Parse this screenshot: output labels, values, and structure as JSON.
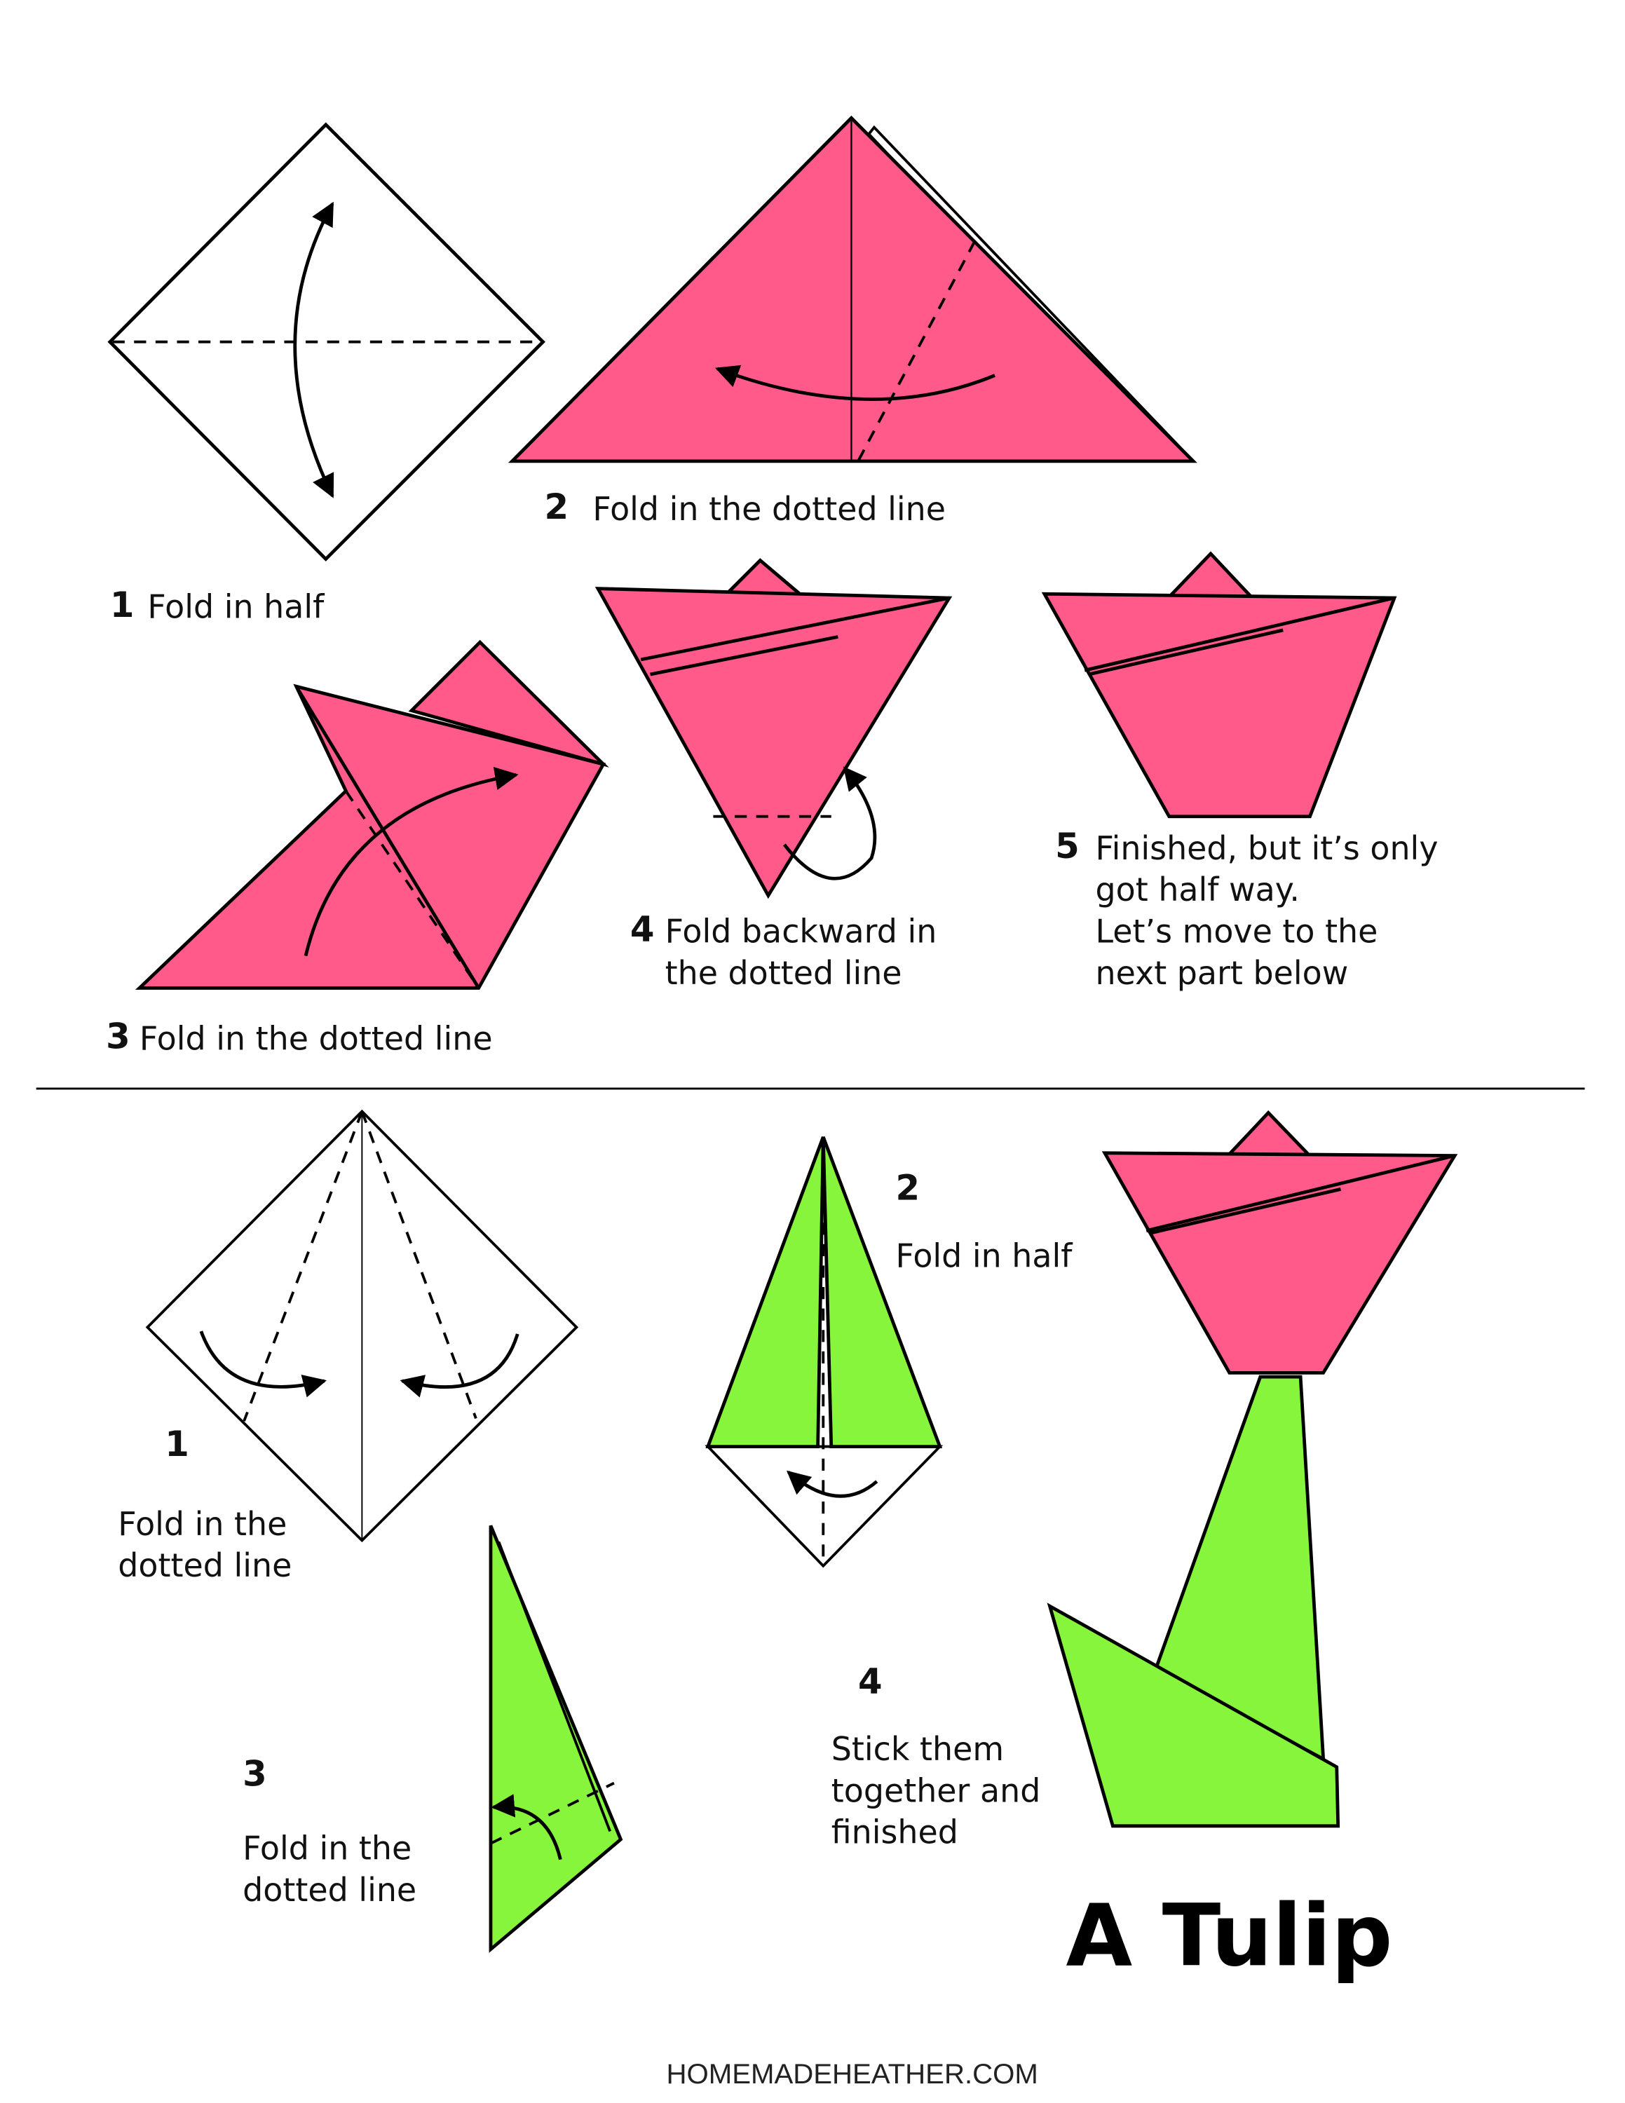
{
  "part1": {
    "steps": [
      {
        "num": "1",
        "text": "Fold in half"
      },
      {
        "num": "2",
        "text": "Fold in the dotted line"
      },
      {
        "num": "3",
        "text": "Fold in the dotted line"
      },
      {
        "num": "4",
        "text": "Fold backward in\nthe dotted line"
      },
      {
        "num": "5",
        "text": "Finished, but it’s only\ngot half way.\nLet’s move to the\nnext part below"
      }
    ]
  },
  "part2": {
    "steps": [
      {
        "num": "1",
        "text": "Fold in the\ndotted line"
      },
      {
        "num": "2",
        "text": "Fold in half"
      },
      {
        "num": "3",
        "text": "Fold in the\ndotted line"
      },
      {
        "num": "4",
        "text": "Stick them\ntogether and\nfinished"
      }
    ]
  },
  "title": "A Tulip",
  "footer": "HOMEMADEHEATHER.COM",
  "colors": {
    "pink": "#FF5A8A",
    "green": "#87F53C",
    "outline": "#000000",
    "paper": "#FFFFFF"
  }
}
